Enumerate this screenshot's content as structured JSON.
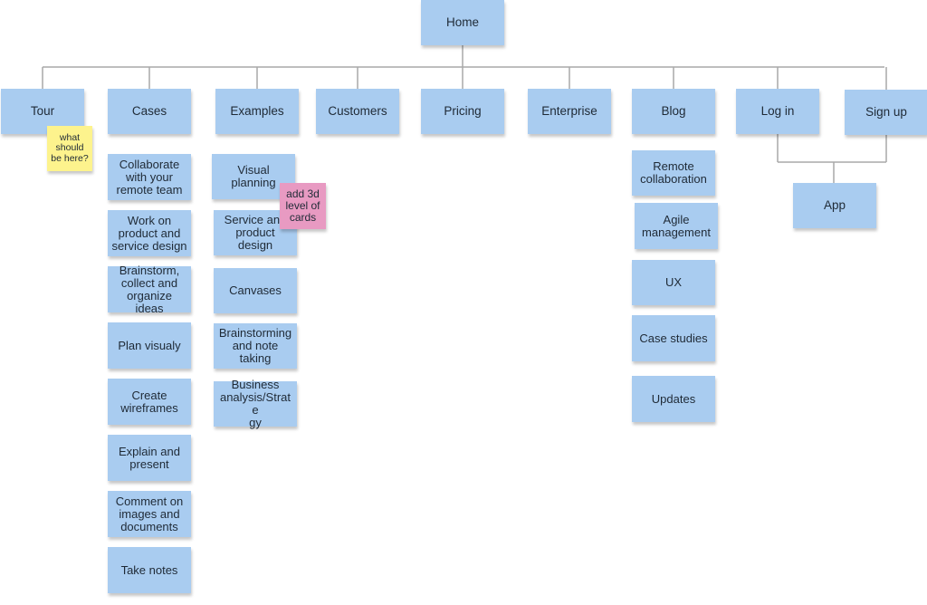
{
  "colors": {
    "sticky_blue": "#a9ccf0",
    "sticky_yellow": "#fdf38d",
    "sticky_pink": "#e89ac2",
    "connector": "#a9a9a9"
  },
  "root": {
    "label": "Home"
  },
  "top_level": [
    {
      "label": "Tour"
    },
    {
      "label": "Cases"
    },
    {
      "label": "Examples"
    },
    {
      "label": "Customers"
    },
    {
      "label": "Pricing"
    },
    {
      "label": "Enterprise"
    },
    {
      "label": "Blog"
    },
    {
      "label": "Log in"
    },
    {
      "label": "Sign up"
    }
  ],
  "cases_children": [
    {
      "label": "Collaborate\nwith your\nremote team"
    },
    {
      "label": "Work on\nproduct and\nservice design"
    },
    {
      "label": "Brainstorm,\ncollect and\norganize ideas"
    },
    {
      "label": "Plan visualy"
    },
    {
      "label": "Create\nwireframes"
    },
    {
      "label": "Explain and\npresent"
    },
    {
      "label": "Comment on\nimages and\ndocuments"
    },
    {
      "label": "Take notes"
    }
  ],
  "examples_children": [
    {
      "label": "Visual\nplanning"
    },
    {
      "label": "Service and\nproduct design"
    },
    {
      "label": "Canvases"
    },
    {
      "label": "Brainstorming\nand note\ntaking"
    },
    {
      "label": "Business\nanalysis/Strate\ngy"
    }
  ],
  "blog_children": [
    {
      "label": "Remote\ncollaboration"
    },
    {
      "label": "Agile\nmanagement"
    },
    {
      "label": "UX"
    },
    {
      "label": "Case studies"
    },
    {
      "label": "Updates"
    }
  ],
  "auth_child": {
    "label": "App"
  },
  "comments": {
    "tour_note": "what\nshould\nbe here?",
    "examples_note": "add 3d\nlevel of\ncards"
  }
}
